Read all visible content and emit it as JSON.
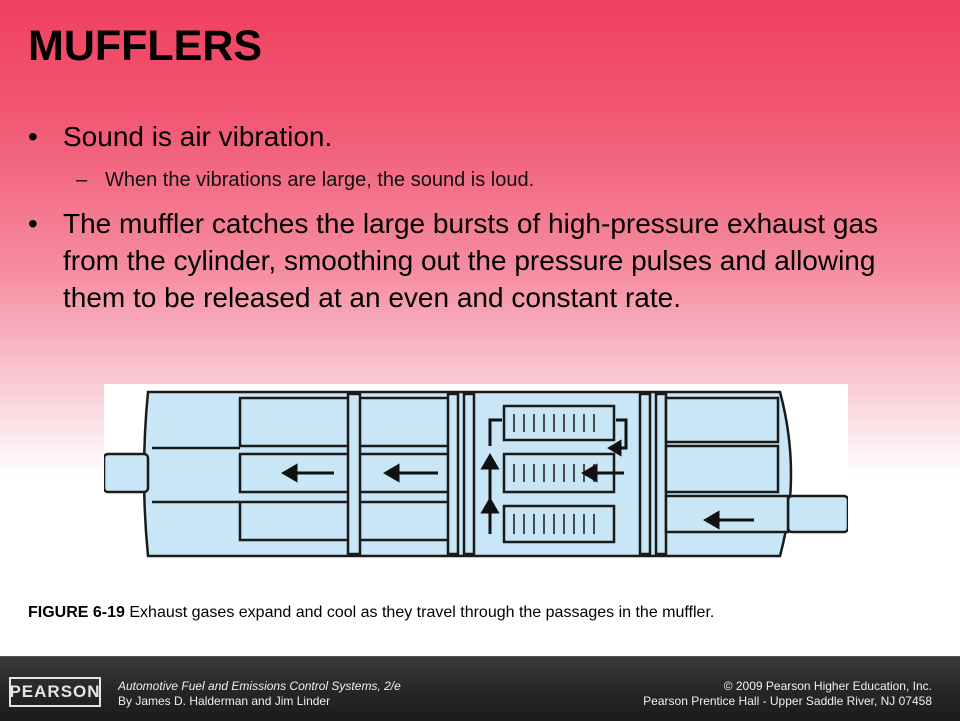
{
  "slide": {
    "title": "MUFFLERS",
    "bullets": [
      {
        "text": "Sound is air vibration.",
        "sub": "When the vibrations are large, the sound is loud."
      },
      {
        "text": "The muffler catches the large bursts of high-pressure exhaust gas from the cylinder, smoothing out the pressure pulses and allowing them to be released at an even and constant rate."
      }
    ],
    "bullet_glyph": "•",
    "dash_glyph": "–"
  },
  "figure": {
    "caption_label": "FIGURE 6-19",
    "caption_text": " Exhaust gases expand and cool as they travel through the passages in the muffler.",
    "colors": {
      "fill": "#c8e6f5",
      "stroke": "#1a1a1a"
    }
  },
  "footer": {
    "logo": "PEARSON",
    "book_title": "Automotive Fuel and Emissions Control Systems, 2/e",
    "authors": "By James D. Halderman and Jim Linder",
    "copyright": "© 2009 Pearson Higher Education, Inc.",
    "publisher": "Pearson Prentice Hall - Upper Saddle River, NJ 07458"
  }
}
